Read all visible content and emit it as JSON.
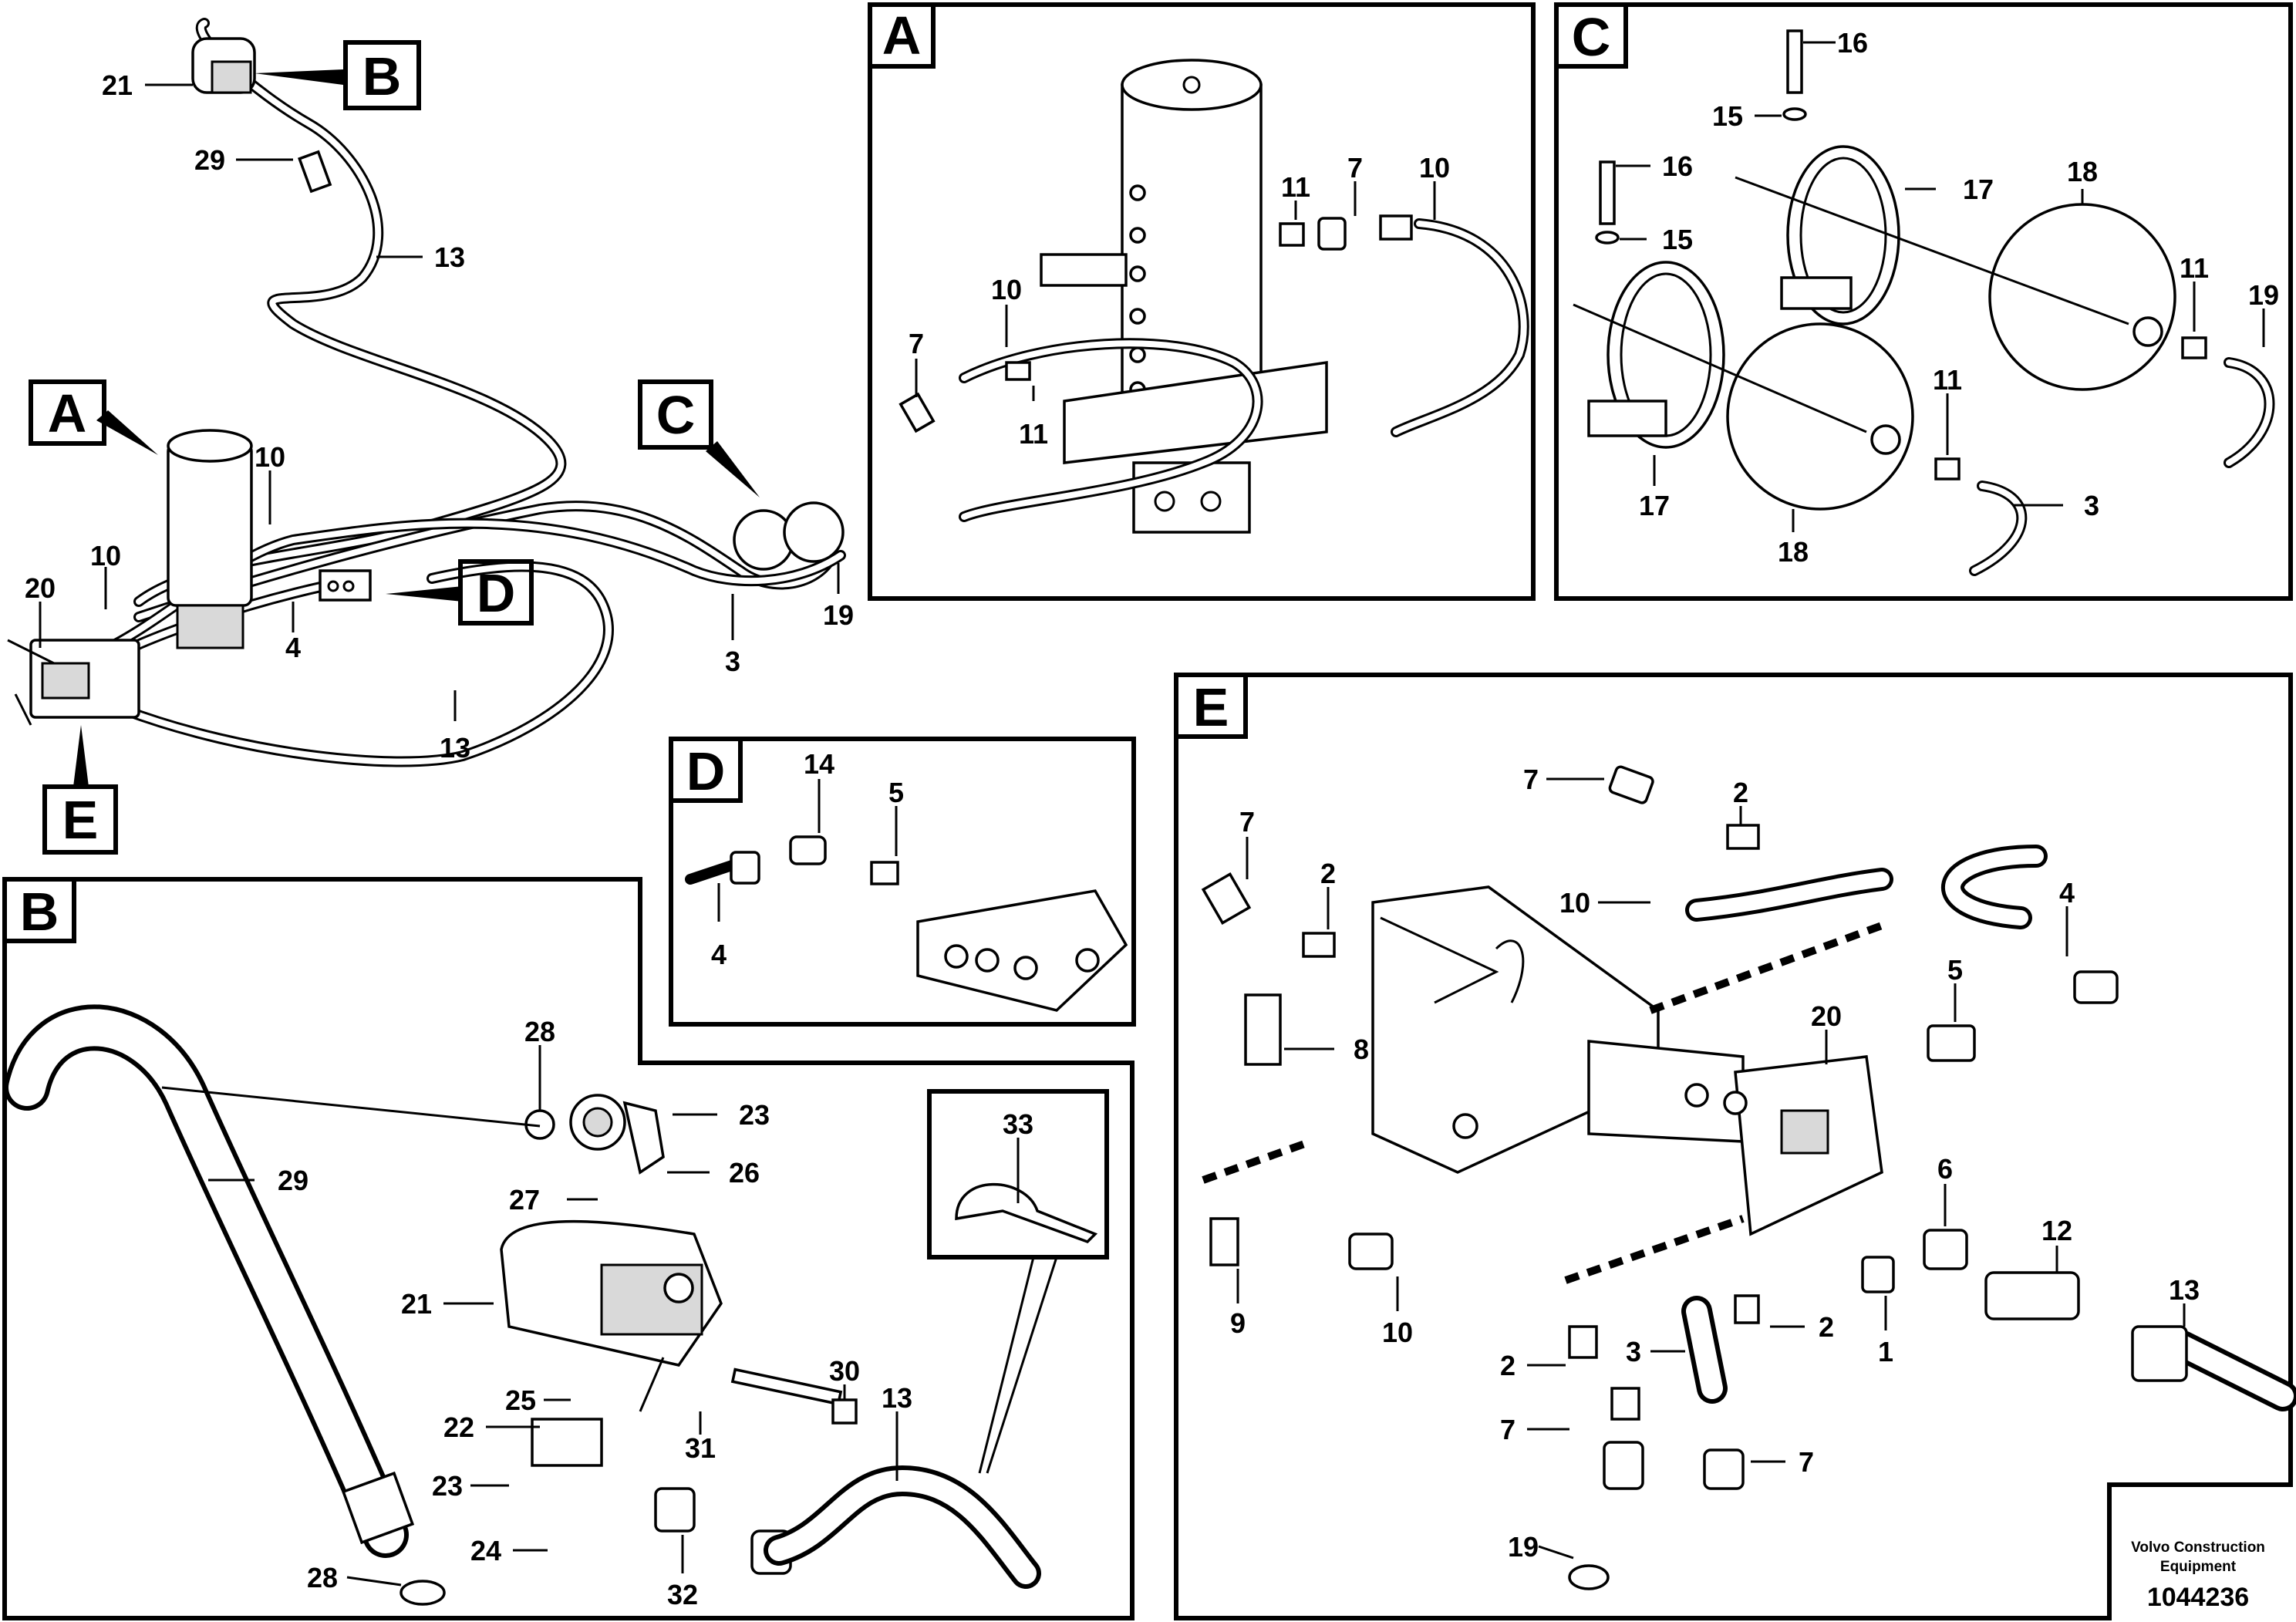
{
  "document": {
    "publisher": "Volvo Construction Equipment",
    "publisher_line1": "Volvo Construction",
    "publisher_line2": "Equipment",
    "document_number": "1044236"
  },
  "detail_letters": {
    "a": "A",
    "b": "B",
    "c": "C",
    "d": "D",
    "e": "E"
  },
  "overview": {
    "callouts": [
      "21",
      "29",
      "13",
      "10",
      "10",
      "20",
      "4",
      "3",
      "19",
      "13"
    ]
  },
  "detail_a": {
    "callouts": [
      "11",
      "7",
      "10",
      "10",
      "7",
      "11"
    ]
  },
  "detail_c": {
    "callouts": [
      "16",
      "15",
      "16",
      "15",
      "17",
      "18",
      "11",
      "19",
      "11",
      "3",
      "17",
      "18"
    ]
  },
  "detail_d": {
    "callouts": [
      "14",
      "5",
      "4"
    ]
  },
  "detail_b": {
    "callouts": [
      "28",
      "23",
      "29",
      "26",
      "27",
      "21",
      "30",
      "13",
      "25",
      "22",
      "31",
      "23",
      "24",
      "28",
      "32"
    ],
    "inset_callout": "33"
  },
  "detail_e": {
    "callouts": [
      "7",
      "2",
      "7",
      "2",
      "10",
      "4",
      "8",
      "20",
      "5",
      "6",
      "12",
      "9",
      "10",
      "3",
      "2",
      "2",
      "1",
      "13",
      "7",
      "7",
      "19"
    ]
  }
}
